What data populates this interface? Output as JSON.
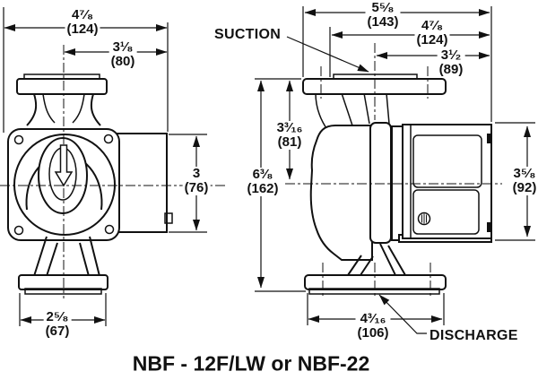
{
  "colors": {
    "line": "#111111",
    "background": "#ffffff"
  },
  "drawing": {
    "caption": "NBF - 12F/LW or NBF-22",
    "labels": {
      "suction": "SUCTION",
      "discharge": "DISCHARGE"
    },
    "dimensions": {
      "front_overall_width": {
        "in": "4⁷⁄₈",
        "mm": "(124)"
      },
      "front_center_to_motor": {
        "in": "3¹⁄₈",
        "mm": "(80)"
      },
      "motor_height": {
        "in": "3",
        "mm": "(76)"
      },
      "front_flange_width": {
        "in": "2⁵⁄₈",
        "mm": "(67)"
      },
      "side_overall_depth": {
        "in": "5⁵⁄₈",
        "mm": "(143)"
      },
      "side_depth": {
        "in": "4⁷⁄₈",
        "mm": "(124)"
      },
      "center_to_motor_end": {
        "in": "3¹⁄₂",
        "mm": "(89)"
      },
      "flange_to_centerline": {
        "in": "3³⁄₁₆",
        "mm": "(81)"
      },
      "flange_to_flange": {
        "in": "6³⁄₈",
        "mm": "(162)"
      },
      "motor_body_height": {
        "in": "3⁵⁄₈",
        "mm": "(92)"
      },
      "side_flange_width": {
        "in": "4³⁄₁₆",
        "mm": "(106)"
      }
    }
  }
}
